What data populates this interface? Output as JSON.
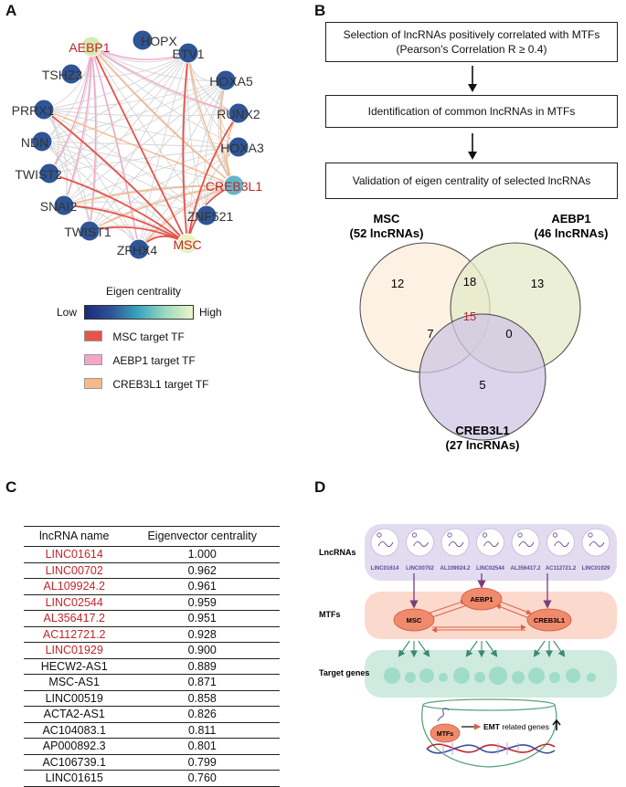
{
  "panels": {
    "a": "A",
    "b": "B",
    "c": "C",
    "d": "D"
  },
  "network": {
    "nodes": [
      {
        "label": "HOPX",
        "color": "#2f5597",
        "text_color": "#333333"
      },
      {
        "label": "ETV1",
        "color": "#2f5597",
        "text_color": "#333333"
      },
      {
        "label": "AEBP1",
        "color": "#d7ecb0",
        "text_color": "#c0262c"
      },
      {
        "label": "TSHZ3",
        "color": "#2f5597",
        "text_color": "#333333"
      },
      {
        "label": "HOXA5",
        "color": "#2f5597",
        "text_color": "#333333"
      },
      {
        "label": "PRRX1",
        "color": "#2f5597",
        "text_color": "#333333"
      },
      {
        "label": "RUNX2",
        "color": "#2f5597",
        "text_color": "#333333"
      },
      {
        "label": "NDN",
        "color": "#2f5597",
        "text_color": "#333333"
      },
      {
        "label": "HOXA3",
        "color": "#2f5597",
        "text_color": "#333333"
      },
      {
        "label": "TWIST2",
        "color": "#2f5597",
        "text_color": "#333333"
      },
      {
        "label": "CREB3L1",
        "color": "#5fb8c8",
        "text_color": "#c0262c"
      },
      {
        "label": "SNAI2",
        "color": "#2f5597",
        "text_color": "#333333"
      },
      {
        "label": "ZNF521",
        "color": "#2f5597",
        "text_color": "#333333"
      },
      {
        "label": "TWIST1",
        "color": "#2f5597",
        "text_color": "#333333"
      },
      {
        "label": "MSC",
        "color": "#e8f4c2",
        "text_color": "#c0262c"
      },
      {
        "label": "ZFHX4",
        "color": "#2f5597",
        "text_color": "#333333"
      }
    ],
    "legend": {
      "title": "Eigen centrality",
      "low": "Low",
      "high": "High",
      "items": [
        {
          "label": "MSC target TF",
          "color": "#e8534a"
        },
        {
          "label": "AEBP1 target TF",
          "color": "#f4a6c8"
        },
        {
          "label": "CREB3L1 target TF",
          "color": "#f6b98a"
        }
      ]
    }
  },
  "flow": {
    "steps": [
      "Selection of lncRNAs positively correlated with MTFs\n(Pearson's Correlation R ≥ 0.4)",
      "Identification of common lncRNAs in MTFs",
      "Validation of eigen centrality of selected lncRNAs"
    ]
  },
  "venn": {
    "sets": [
      {
        "name": "MSC",
        "count": "(52 lncRNAs)",
        "color": "#fbeedd"
      },
      {
        "name": "AEBP1",
        "count": "(46 lncRNAs)",
        "color": "#e4e9c8"
      },
      {
        "name": "CREB3L1",
        "count": "(27 lncRNAs)",
        "color": "#cfc6e3"
      }
    ],
    "regions": {
      "msc_only": "12",
      "msc_aebp1": "18",
      "aebp1_only": "13",
      "all_three": "15",
      "msc_creb3l1": "7",
      "aebp1_creb3l1": "0",
      "creb3l1_only": "5"
    }
  },
  "table": {
    "headers": [
      "lncRNA name",
      "Eigenvector centrality"
    ],
    "rows": [
      {
        "name": "LINC01614",
        "value": "1.000",
        "highlight": true
      },
      {
        "name": "LINC00702",
        "value": "0.962",
        "highlight": true
      },
      {
        "name": "AL109924.2",
        "value": "0.961",
        "highlight": true
      },
      {
        "name": "LINC02544",
        "value": "0.959",
        "highlight": true
      },
      {
        "name": "AL356417.2",
        "value": "0.951",
        "highlight": true
      },
      {
        "name": "AC112721.2",
        "value": "0.928",
        "highlight": true
      },
      {
        "name": "LINC01929",
        "value": "0.900",
        "highlight": true
      },
      {
        "name": "HECW2-AS1",
        "value": "0.889",
        "highlight": false
      },
      {
        "name": "MSC-AS1",
        "value": "0.871",
        "highlight": false
      },
      {
        "name": "LINC00519",
        "value": "0.858",
        "highlight": false
      },
      {
        "name": "ACTA2-AS1",
        "value": "0.826",
        "highlight": false
      },
      {
        "name": "AC104083.1",
        "value": "0.811",
        "highlight": false
      },
      {
        "name": "AP000892.3",
        "value": "0.801",
        "highlight": false
      },
      {
        "name": "AC106739.1",
        "value": "0.799",
        "highlight": false
      },
      {
        "name": "LINC01615",
        "value": "0.760",
        "highlight": false
      }
    ]
  },
  "schematic": {
    "row_labels": {
      "lncrnas": "LncRNAs",
      "mtfs": "MTFs",
      "targets": "Target genes"
    },
    "lncrnas": [
      "LINC01614",
      "LINC00702",
      "AL109924.2",
      "LINC02544",
      "AL356417.2",
      "AC112721.2",
      "LINC01929"
    ],
    "mtfs": [
      "MSC",
      "AEBP1",
      "CREB3L1"
    ],
    "cell": {
      "mtf": "MTFs",
      "emt_bold": "EMT",
      "emt_rest": " related genes"
    },
    "colors": {
      "lnc_band": "#e3dcf0",
      "mtf_band": "#fbd9cc",
      "target_band": "#cfeadf",
      "mtf_oval": "#f08a6c",
      "lnc_text": "#5b4a9a",
      "arrow_purple": "#7a3d7a",
      "arrow_green": "#3a8a6e"
    }
  }
}
